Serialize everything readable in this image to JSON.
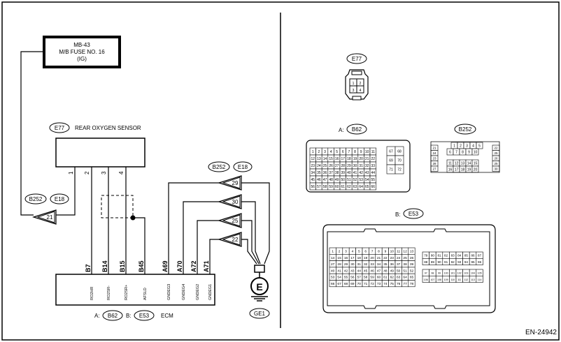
{
  "fuse_box": {
    "line1": "MB-43",
    "line2": "M/B FUSE NO. 16",
    "line3": "(IG)"
  },
  "sensor": {
    "connector": "E77",
    "name": "REAR OXYGEN SENSOR"
  },
  "left_connector": {
    "a": "B252",
    "b": "E18",
    "pin": "21"
  },
  "right_connector": {
    "a": "B252",
    "b": "E18",
    "pins": [
      "29",
      "30",
      "25",
      "22"
    ]
  },
  "sensor_pins": [
    "1",
    "2",
    "3",
    "4"
  ],
  "ecm": {
    "label_a": "A:",
    "conn_a": "B62",
    "label_b": "B:",
    "conn_b": "E53",
    "name": "ECM",
    "terminals": [
      "B7",
      "B14",
      "B15",
      "B45",
      "A69",
      "A70",
      "A72",
      "A71"
    ],
    "signals": [
      "RO2HR",
      "RO2SR-",
      "RO2SR+",
      "AFSLD",
      "GNDEG3",
      "GNDEG4",
      "GNDEG2",
      "GNDEG1"
    ]
  },
  "ground": {
    "symbol": "E",
    "name": "GE1"
  },
  "e77_view": {
    "label": "E77",
    "pins": [
      "1",
      "2",
      "3",
      "4"
    ]
  },
  "b62_view": {
    "label": "A:",
    "conn": "B62",
    "rows": [
      [
        "1",
        "2",
        "3",
        "4",
        "5",
        "6",
        "7",
        "8",
        "9",
        "10",
        "11"
      ],
      [
        "12",
        "13",
        "14",
        "15",
        "16",
        "17",
        "18",
        "19",
        "20",
        "21",
        "22"
      ],
      [
        "23",
        "24",
        "25",
        "26",
        "27",
        "28",
        "29",
        "30",
        "31",
        "32",
        "33"
      ],
      [
        "34",
        "35",
        "36",
        "37",
        "38",
        "39",
        "40",
        "41",
        "42",
        "43",
        "44"
      ],
      [
        "45",
        "46",
        "47",
        "48",
        "49",
        "50",
        "51",
        "52",
        "53",
        "54",
        "55"
      ],
      [
        "56",
        "57",
        "58",
        "59",
        "60",
        "61",
        "62",
        "63",
        "64",
        "65",
        "66"
      ]
    ],
    "side": [
      [
        "67",
        "68"
      ],
      [
        "69",
        "70"
      ],
      [
        "71",
        "72"
      ]
    ]
  },
  "b252_view": {
    "conn": "B252",
    "top": [
      "1",
      "2",
      "3",
      "4",
      "5"
    ],
    "row2": [
      "6",
      "7",
      "8",
      "9",
      "10"
    ],
    "row3": [
      "11",
      "12",
      "13",
      "14",
      "15"
    ],
    "row4": [
      "16",
      "17",
      "18",
      "19",
      "20"
    ],
    "left": [
      "21",
      "24",
      "23",
      "28",
      "27"
    ],
    "right": [
      "22",
      "25",
      "26",
      "25",
      "30"
    ]
  },
  "e53_view": {
    "label": "B:",
    "conn": "E53",
    "rows": [
      [
        "1",
        "2",
        "3",
        "4",
        "5",
        "6",
        "7",
        "8",
        "9",
        "10",
        "11",
        "12",
        "13"
      ],
      [
        "14",
        "15",
        "16",
        "17",
        "18",
        "19",
        "20",
        "21",
        "22",
        "23",
        "24",
        "25",
        "26"
      ],
      [
        "27",
        "28",
        "29",
        "30",
        "31",
        "32",
        "33",
        "34",
        "35",
        "36",
        "37",
        "38",
        "39"
      ],
      [
        "40",
        "41",
        "42",
        "43",
        "44",
        "45",
        "46",
        "47",
        "48",
        "49",
        "50",
        "51",
        "52"
      ],
      [
        "53",
        "54",
        "55",
        "56",
        "57",
        "58",
        "59",
        "60",
        "61",
        "62",
        "63",
        "64",
        "65"
      ],
      [
        "66",
        "67",
        "68",
        "69",
        "70",
        "71",
        "72",
        "73",
        "74",
        "75",
        "76",
        "77",
        "78"
      ]
    ],
    "side_top": [
      [
        "79",
        "80",
        "81",
        "82",
        "83",
        "84",
        "85",
        "86",
        "87"
      ],
      [
        "88",
        "89",
        "90",
        "91",
        "92",
        "93",
        "94",
        "95",
        "96"
      ]
    ],
    "side_bottom": [
      [
        "97",
        "98",
        "99",
        "100",
        "101",
        "102",
        "103",
        "104",
        "105"
      ],
      [
        "106",
        "107",
        "108",
        "109",
        "110",
        "111",
        "112",
        "113",
        "114"
      ]
    ]
  },
  "figure_code": "EN-24942"
}
